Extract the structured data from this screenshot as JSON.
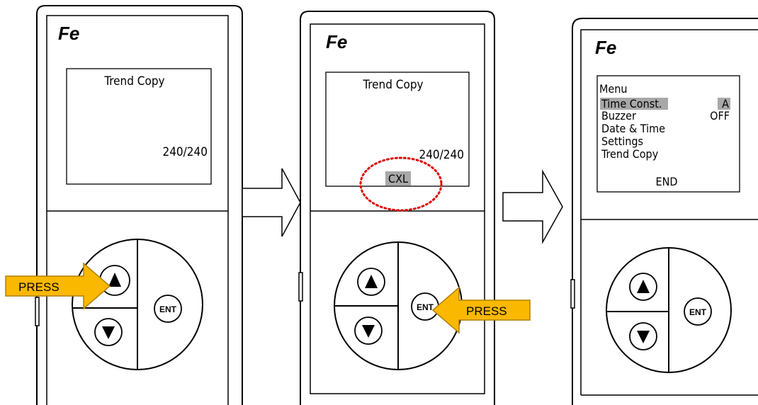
{
  "logo_text": "Fe",
  "callout_label": "PRESS",
  "ent_label": "ENT",
  "colors": {
    "callout_fill": "#fbb800",
    "callout_stroke": "#b07f00",
    "highlight_ring": "#e00000",
    "lcd_selection": "#a8a8a8"
  },
  "step1": {
    "screen_title": "Trend Copy",
    "counter": "240/240",
    "pressed_key": "up-key",
    "pressed_key_icon": "triangle-up-icon"
  },
  "step2": {
    "screen_title": "Trend Copy",
    "counter": "240/240",
    "cancel_label": "CXL",
    "pressed_key": "ent-key"
  },
  "step3": {
    "menu_title": "Menu",
    "items": [
      {
        "label": "Time Const.",
        "value": "A",
        "selected": true
      },
      {
        "label": "Buzzer",
        "value": "OFF",
        "selected": false
      },
      {
        "label": "Date & Time",
        "value": "",
        "selected": false
      },
      {
        "label": "Settings",
        "value": "",
        "selected": false
      },
      {
        "label": "Trend Copy",
        "value": "",
        "selected": false
      }
    ],
    "end_label": "END"
  }
}
